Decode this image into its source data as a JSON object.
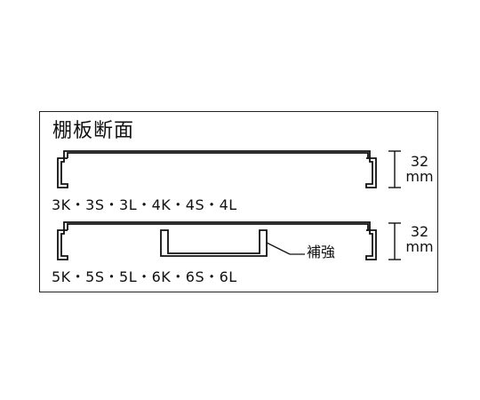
{
  "diagram": {
    "title": "棚板断面",
    "profile_1": {
      "models": "3K・3S・3L・4K・4S・4L",
      "height_value": "32",
      "height_unit": "mm"
    },
    "profile_2": {
      "models": "5K・5S・5L・6K・6S・6L",
      "height_value": "32",
      "height_unit": "mm",
      "reinforcement_label": "補強"
    }
  }
}
